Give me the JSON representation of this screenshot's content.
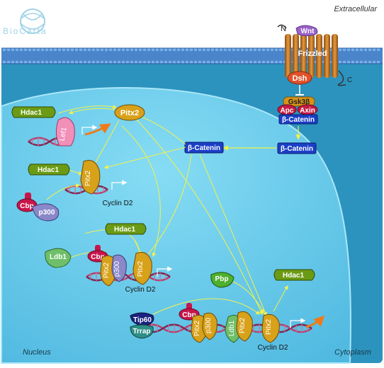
{
  "labels": {
    "extracellular": "Extracellular",
    "cytoplasm": "Cytoplasm",
    "nucleus": "Nucleus",
    "logo": "BioCarta"
  },
  "receptor": {
    "wnt": "Wnt",
    "frizzled": "Frizzled",
    "dsh": "Dsh",
    "n_term": "N",
    "c_term": "C"
  },
  "complex": {
    "gsk3b": "Gsk3β",
    "apc": "Apc",
    "axin": "Axin",
    "bcat": "β-Catenin"
  },
  "cyto_bcat": "β-Catenin",
  "nuc_bcat": "β-Catenin",
  "nodes": {
    "hdac1_a": "Hdac1",
    "lef1": "Lef1",
    "pitx2_free": "Pitx2",
    "hdac1_b": "Hdac1",
    "pitx2_b": "Pitx2",
    "cbp_b": "Cbp",
    "p300_b": "p300",
    "cyclin_b": "Cyclin D2",
    "hdac1_c": "Hdac1",
    "ldb1_c": "Ldb1",
    "cbp_c": "Cbp",
    "pitx2_c1": "Pitx2",
    "p300_c": "p300",
    "pitx2_c2": "Pitx2",
    "cyclin_c": "Cyclin D2",
    "pbp": "Pbp",
    "hdac1_d": "Hdac1",
    "tip60": "Tip60",
    "trrap": "Trrap",
    "cbp_d": "Cbp",
    "pitx2_d1": "Pitx2",
    "p300_d": "p300",
    "ldb1_d": "Ldb1",
    "pitx2_d2": "Pitx2",
    "pitx2_d3": "Pitx2",
    "cyclin_d": "Cyclin D2"
  },
  "colors": {
    "cell": "#2c93be",
    "nucleus": "#67c8e8",
    "membrane": "#4a85cc",
    "arrow": "#f2f24a",
    "pitx2": "#d8a11a",
    "hdac1": "#6b9b14",
    "cbp": "#c7154a",
    "p300": "#8a88c8",
    "bcat": "#1b3fc7"
  }
}
